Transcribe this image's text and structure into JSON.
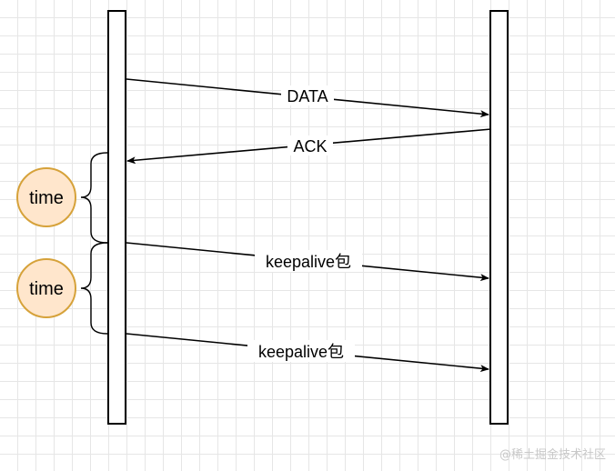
{
  "messages": [
    {
      "label": "DATA",
      "direction": "right"
    },
    {
      "label": "ACK",
      "direction": "left"
    },
    {
      "label": "keepalive包",
      "direction": "right"
    },
    {
      "label": "keepalive包",
      "direction": "right"
    }
  ],
  "timers": [
    {
      "label": "time"
    },
    {
      "label": "time"
    }
  ],
  "watermark": "@稀土掘金技术社区",
  "colors": {
    "timer_fill": "#ffe6cc",
    "timer_stroke": "#d6a23a",
    "grid": "#e6e6e6"
  }
}
